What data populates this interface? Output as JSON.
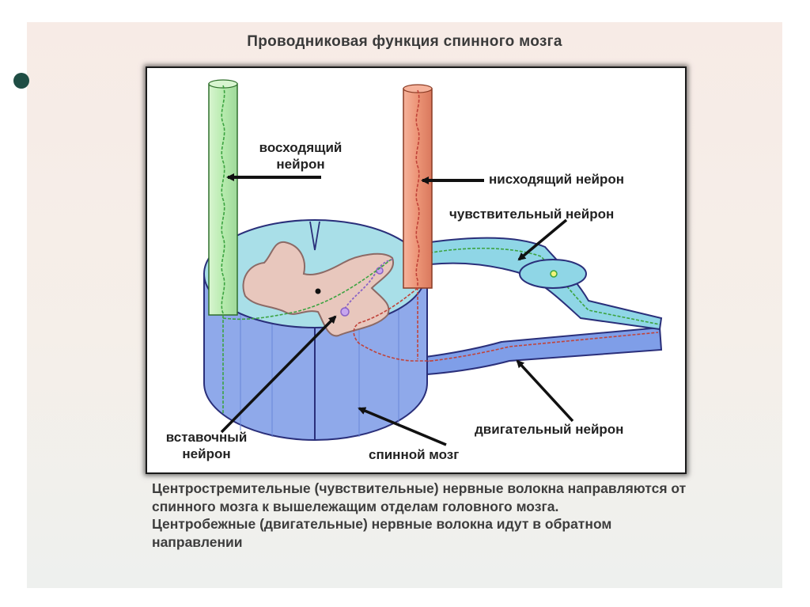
{
  "slide": {
    "title": "Проводниковая функция спинного мозга"
  },
  "diagram": {
    "labels": {
      "ascending_neuron_line1": "восходящий",
      "ascending_neuron_line2": "нейрон",
      "descending_neuron": "нисходящий нейрон",
      "sensory_neuron": "чувствительный нейрон",
      "motor_neuron": "двигательный нейрон",
      "interneuron_line1": "вставочный",
      "interneuron_line2": "нейрон",
      "spinal_cord": "спинной мозг"
    },
    "colors": {
      "ascending_tract": "#b9ecb0",
      "descending_tract": "#ef9a7e",
      "white_matter": "#a9dfe8",
      "gray_matter": "#e8c7bd",
      "cord_side": "#8fa9ea"
    }
  },
  "caption": {
    "paragraph1": "Центростремительные (чувствительные) нервные волокна направляются от спинного мозга к вышележащим отделам головного мозга.",
    "paragraph2": "Центробежные (двигательные) нервные волокна идут в обратном направлении"
  }
}
